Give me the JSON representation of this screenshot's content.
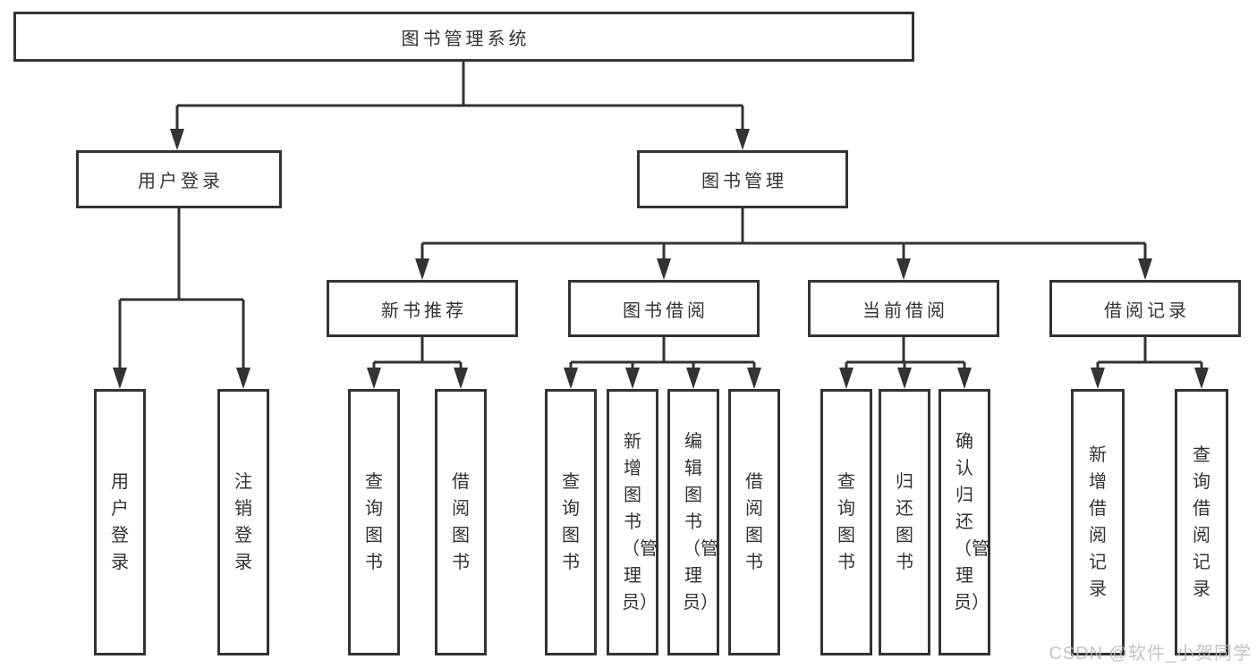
{
  "page": {
    "background": "#ffffff",
    "watermark": "CSDN @软件_小贺同学"
  },
  "colors": {
    "line": "#333333",
    "box_border": "#333333",
    "text": "#333333",
    "watermark": "#b9b9b9"
  },
  "tree": {
    "label": "图书管理系统",
    "children": [
      {
        "label": "用户登录",
        "children": [
          {
            "label": "用户登录"
          },
          {
            "label": "注销登录"
          }
        ]
      },
      {
        "label": "图书管理",
        "children": [
          {
            "label": "新书推荐",
            "children": [
              {
                "label": "查询图书"
              },
              {
                "label": "借阅图书"
              }
            ]
          },
          {
            "label": "图书借阅",
            "children": [
              {
                "label": "查询图书"
              },
              {
                "label": "新增图书（管理员）"
              },
              {
                "label": "编辑图书（管理员）"
              },
              {
                "label": "借阅图书"
              }
            ]
          },
          {
            "label": "当前借阅",
            "children": [
              {
                "label": "查询图书"
              },
              {
                "label": "归还图书"
              },
              {
                "label": "确认归还（管理员）"
              }
            ]
          },
          {
            "label": "借阅记录",
            "children": [
              {
                "label": "新增借阅记录"
              },
              {
                "label": "查询借阅记录"
              }
            ]
          }
        ]
      }
    ]
  }
}
